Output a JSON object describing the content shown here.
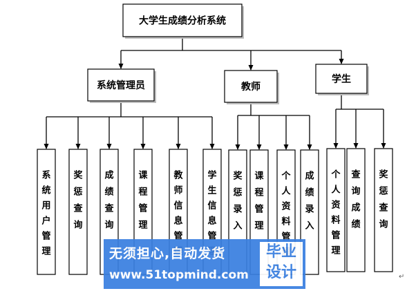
{
  "root": {
    "id": "root",
    "label": "大学生成绩分析系统"
  },
  "groups": [
    {
      "id": "admin",
      "label": "系统管理员",
      "children": [
        {
          "id": "user-mgmt",
          "label": "系统用户管理"
        },
        {
          "id": "reward-query",
          "label": "奖惩查询"
        },
        {
          "id": "score-query",
          "label": "成绩查询"
        },
        {
          "id": "course-mgmt",
          "label": "课程管理"
        },
        {
          "id": "teacher-info-mgmt",
          "label": "教师信息管理"
        },
        {
          "id": "student-info-mgmt",
          "label": "学生信息管理"
        }
      ]
    },
    {
      "id": "teacher",
      "label": "教师",
      "children": [
        {
          "id": "reward-entry",
          "label": "奖惩录入"
        },
        {
          "id": "t-course-mgmt",
          "label": "课程管理"
        },
        {
          "id": "profile-mgmt",
          "label": "个人资料管理"
        },
        {
          "id": "score-entry",
          "label": "成绩录入"
        }
      ]
    },
    {
      "id": "student",
      "label": "学生",
      "children": [
        {
          "id": "s-profile-mgmt",
          "label": "个人资料管理"
        },
        {
          "id": "s-score-query",
          "label": "查询成绩"
        },
        {
          "id": "s-reward-query",
          "label": "奖惩查询"
        }
      ]
    }
  ],
  "watermark": {
    "line1": "无须担心,自动发货",
    "line2": "www.51topmind.com",
    "badge_line1": "毕业",
    "badge_line2": "设计"
  },
  "return_mark": "↵"
}
